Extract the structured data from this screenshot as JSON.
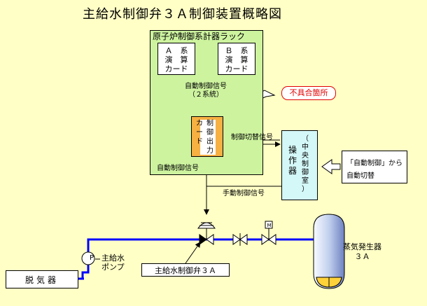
{
  "title": "主給水制御弁３Ａ制御装置概略図",
  "rack": {
    "title": "原子炉制御系計器ラック"
  },
  "card_a": {
    "line1": "Ａ　系",
    "line2": "演　算",
    "line3": "カード"
  },
  "card_b": {
    "line1": "Ｂ　系",
    "line2": "演　算",
    "line3": "カード"
  },
  "auto_signal_2ch": {
    "line1": "自動制御信号",
    "line2": "（２系統）"
  },
  "output_card": {
    "col_right": [
      "制",
      "御",
      "出",
      "力"
    ],
    "col_left": [
      "カ",
      "ー",
      "ド"
    ]
  },
  "fault_label": "不具合箇所",
  "switch_signal": "制御切替信号",
  "auto_signal": "自動制御信号",
  "manual_signal": "手動制御信号",
  "console": {
    "op": [
      "操",
      "作",
      "器"
    ],
    "center": [
      "（",
      "中",
      "央",
      "制",
      "御",
      "室",
      "）"
    ]
  },
  "auto_switch_box": {
    "line1": "「自動制御」から",
    "line2": "自動切替"
  },
  "pump": {
    "symbol": "P",
    "line1": "主給水",
    "line2": "ポンプ"
  },
  "valve_label": "主給水制御弁３Ａ",
  "deaerator": "脱気器",
  "sg": {
    "line1": "蒸気発生器",
    "line2": "３Ａ"
  },
  "motor_symbol": "M",
  "colors": {
    "background": "#ffffc6",
    "rack": "#cdf39f",
    "output_card": "#f7b042",
    "console": "#d4f7f7",
    "pipe": "#0000ff",
    "fault": "#e00000"
  }
}
